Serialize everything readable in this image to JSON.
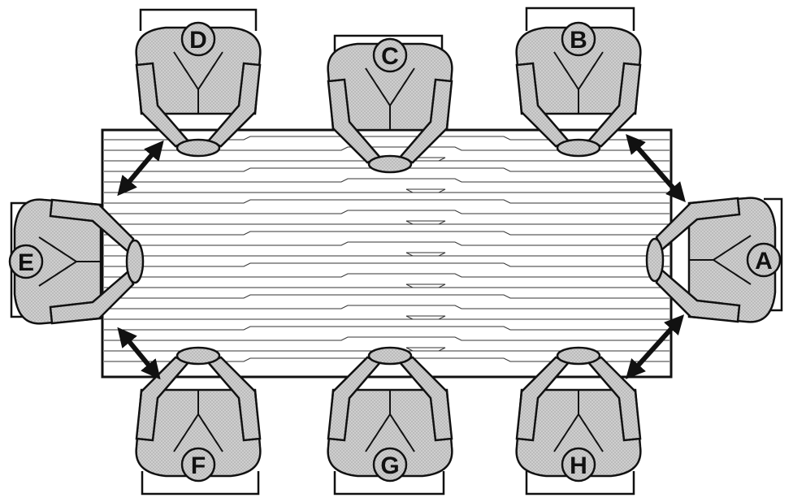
{
  "seats": [
    {
      "id": "A",
      "label": "A"
    },
    {
      "id": "B",
      "label": "B"
    },
    {
      "id": "C",
      "label": "C"
    },
    {
      "id": "D",
      "label": "D"
    },
    {
      "id": "E",
      "label": "E"
    },
    {
      "id": "F",
      "label": "F"
    },
    {
      "id": "G",
      "label": "G"
    },
    {
      "id": "H",
      "label": "H"
    }
  ],
  "colors": {
    "figure_fill": "#c9c9c9",
    "outline": "#111111",
    "table_fill": "#ffffff",
    "background": "#ffffff"
  }
}
